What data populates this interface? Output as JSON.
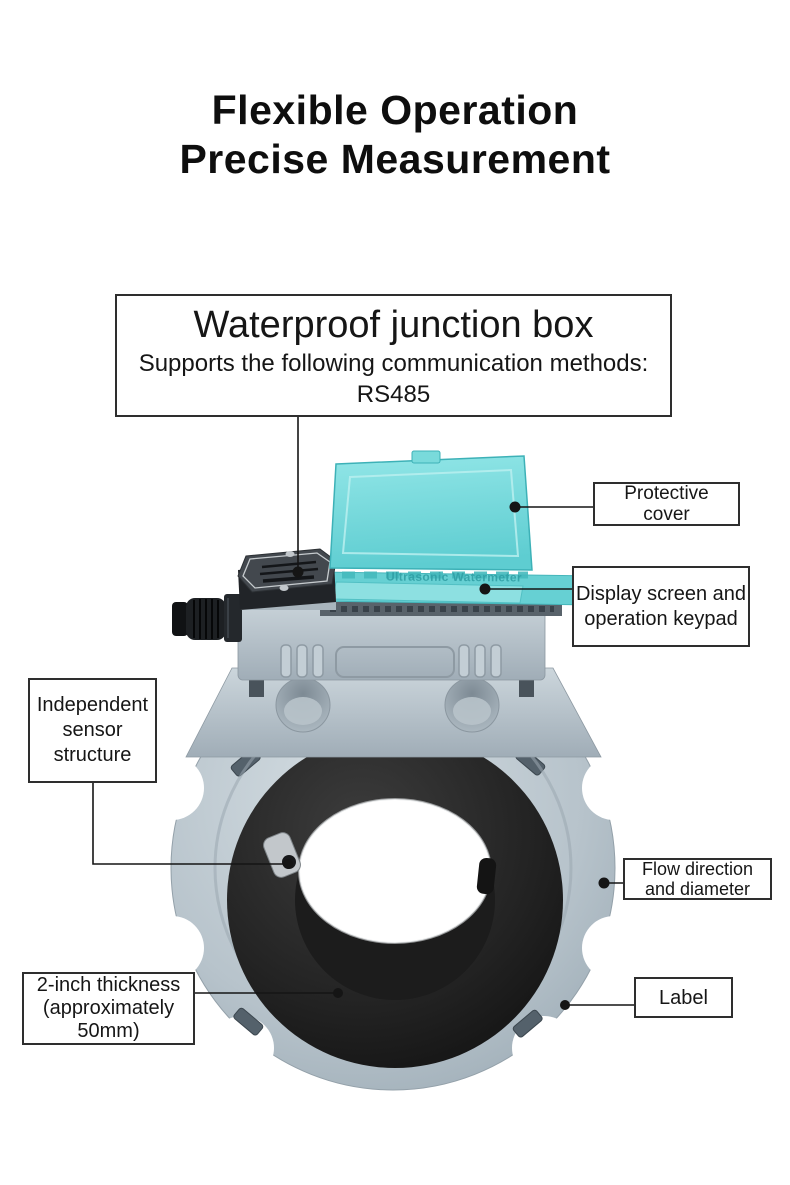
{
  "title": {
    "line1": "Flexible Operation",
    "line2": "Precise Measurement"
  },
  "junction_callout": {
    "title": "Waterproof junction box",
    "subtitle": "Supports the following communication methods:",
    "method": "RS485"
  },
  "callouts": {
    "protective_cover": "Protective\ncover",
    "display_screen": "Display screen and\noperation keypad",
    "sensor": "Independent\nsensor\nstructure",
    "thickness": "2-inch thickness\n(approximately\n50mm)",
    "flow": "Flow direction\nand diameter",
    "label": "Label"
  },
  "device": {
    "faceplate_text": "Ultrasonic Watermeter"
  },
  "colors": {
    "background": "#ffffff",
    "text": "#161616",
    "outline": "#2e2e2e",
    "leader": "#151515",
    "teal_cover": "#6fd4d6",
    "device_body": "#b6c2ca",
    "rubber_ring": "#1f1f1f",
    "faceplate_text": "#2f9ea4"
  }
}
